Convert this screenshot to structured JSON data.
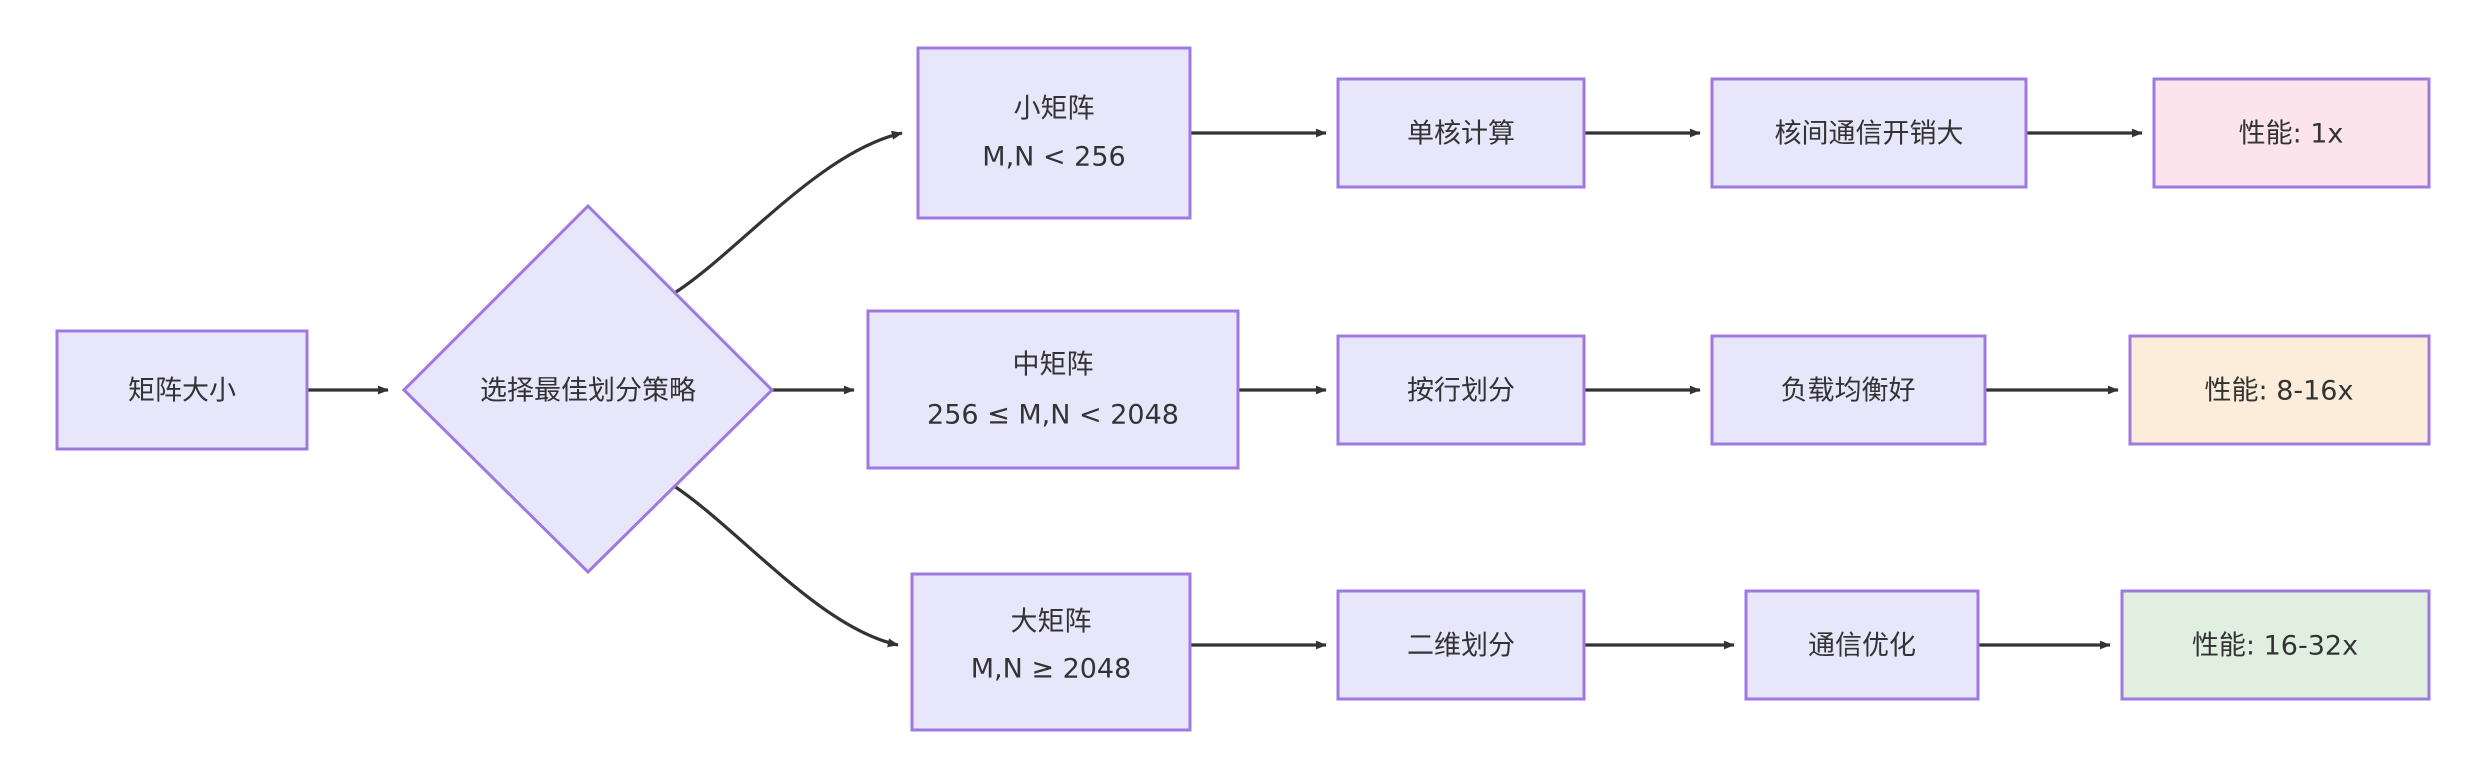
{
  "diagram": {
    "type": "flowchart",
    "direction": "left-to-right",
    "title": "",
    "palette": {
      "process_fill": "#e8e6fb",
      "process_stroke": "#9f79e0",
      "decision_fill": "#e8e6fb",
      "decision_stroke": "#9f79e0",
      "result_low_fill": "#fbe4ec",
      "result_low_stroke": "#9f79e0",
      "result_mid_fill": "#fceddb",
      "result_mid_stroke": "#9f79e0",
      "result_high_fill": "#e0efdf",
      "result_high_stroke": "#9f79e0",
      "edge_color": "#333333",
      "text_color": "#333333",
      "background": "#ffffff"
    },
    "nodes": {
      "start": {
        "label": "矩阵大小",
        "shape": "rect",
        "kind": "process"
      },
      "decision": {
        "label": "选择最佳划分策略",
        "shape": "diamond",
        "kind": "decision"
      },
      "small_matrix": {
        "label_line1": "小矩阵",
        "label_line2": "M,N < 256",
        "shape": "rect",
        "kind": "process"
      },
      "mid_matrix": {
        "label_line1": "中矩阵",
        "label_line2": "256 ≤ M,N < 2048",
        "shape": "rect",
        "kind": "process"
      },
      "big_matrix": {
        "label_line1": "大矩阵",
        "label_line2": "M,N ≥ 2048",
        "shape": "rect",
        "kind": "process"
      },
      "small_strategy": {
        "label": "单核计算",
        "shape": "rect",
        "kind": "process"
      },
      "mid_strategy": {
        "label": "按行划分",
        "shape": "rect",
        "kind": "process"
      },
      "big_strategy": {
        "label": "二维划分",
        "shape": "rect",
        "kind": "process"
      },
      "small_effect": {
        "label": "核间通信开销大",
        "shape": "rect",
        "kind": "process"
      },
      "mid_effect": {
        "label": "负载均衡好",
        "shape": "rect",
        "kind": "process"
      },
      "big_effect": {
        "label": "通信优化",
        "shape": "rect",
        "kind": "process"
      },
      "small_result": {
        "label": "性能: 1x",
        "shape": "rect",
        "kind": "result_low"
      },
      "mid_result": {
        "label": "性能: 8-16x",
        "shape": "rect",
        "kind": "result_mid"
      },
      "big_result": {
        "label": "性能: 16-32x",
        "shape": "rect",
        "kind": "result_high"
      }
    },
    "edges": [
      {
        "from": "start",
        "to": "decision",
        "style": "straight-arrow",
        "label": ""
      },
      {
        "from": "decision",
        "to": "small_matrix",
        "style": "curved-arrow",
        "label": ""
      },
      {
        "from": "decision",
        "to": "mid_matrix",
        "style": "straight-arrow",
        "label": ""
      },
      {
        "from": "decision",
        "to": "big_matrix",
        "style": "curved-arrow",
        "label": ""
      },
      {
        "from": "small_matrix",
        "to": "small_strategy",
        "style": "straight-arrow",
        "label": ""
      },
      {
        "from": "small_strategy",
        "to": "small_effect",
        "style": "straight-arrow",
        "label": ""
      },
      {
        "from": "small_effect",
        "to": "small_result",
        "style": "straight-arrow",
        "label": ""
      },
      {
        "from": "mid_matrix",
        "to": "mid_strategy",
        "style": "straight-arrow",
        "label": ""
      },
      {
        "from": "mid_strategy",
        "to": "mid_effect",
        "style": "straight-arrow",
        "label": ""
      },
      {
        "from": "mid_effect",
        "to": "mid_result",
        "style": "straight-arrow",
        "label": ""
      },
      {
        "from": "big_matrix",
        "to": "big_strategy",
        "style": "straight-arrow",
        "label": ""
      },
      {
        "from": "big_strategy",
        "to": "big_effect",
        "style": "straight-arrow",
        "label": ""
      },
      {
        "from": "big_effect",
        "to": "big_result",
        "style": "straight-arrow",
        "label": ""
      }
    ]
  }
}
